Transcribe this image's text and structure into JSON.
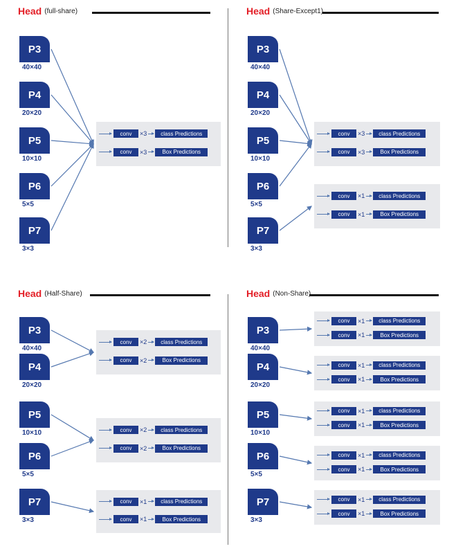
{
  "head_word": "Head",
  "conv_label": "conv",
  "class_label": "class Predictions",
  "box_label": "Box Predictions",
  "levels": [
    {
      "name": "P3",
      "size": "40×40"
    },
    {
      "name": "P4",
      "size": "20×20"
    },
    {
      "name": "P5",
      "size": "10×10"
    },
    {
      "name": "P6",
      "size": "5×5"
    },
    {
      "name": "P7",
      "size": "3×3"
    }
  ],
  "panels": [
    {
      "subtitle": "(full-share)",
      "groups": [
        {
          "repeat": "×3",
          "inputs": [
            0,
            1,
            2,
            3,
            4
          ]
        }
      ]
    },
    {
      "subtitle": "(Share-Except1)",
      "groups": [
        {
          "repeat": "×3",
          "inputs": [
            0,
            1,
            2,
            3
          ]
        },
        {
          "repeat": "×1",
          "inputs": [
            4
          ]
        }
      ]
    },
    {
      "subtitle": "(Half-Share)",
      "groups": [
        {
          "repeat": "×2",
          "inputs": [
            0,
            1
          ]
        },
        {
          "repeat": "×2",
          "inputs": [
            2,
            3
          ]
        },
        {
          "repeat": "×1",
          "inputs": [
            4
          ]
        }
      ]
    },
    {
      "subtitle": "(Non-Share)",
      "groups": [
        {
          "repeat": "×1",
          "inputs": [
            0
          ]
        },
        {
          "repeat": "×1",
          "inputs": [
            1
          ]
        },
        {
          "repeat": "×1",
          "inputs": [
            2
          ]
        },
        {
          "repeat": "×1",
          "inputs": [
            3
          ]
        },
        {
          "repeat": "×1",
          "inputs": [
            4
          ]
        }
      ]
    }
  ],
  "colors": {
    "accent": "#e31e26",
    "block": "#1f3a8a",
    "arrow": "#5578b0",
    "group_bg": "#e8e9ec"
  }
}
